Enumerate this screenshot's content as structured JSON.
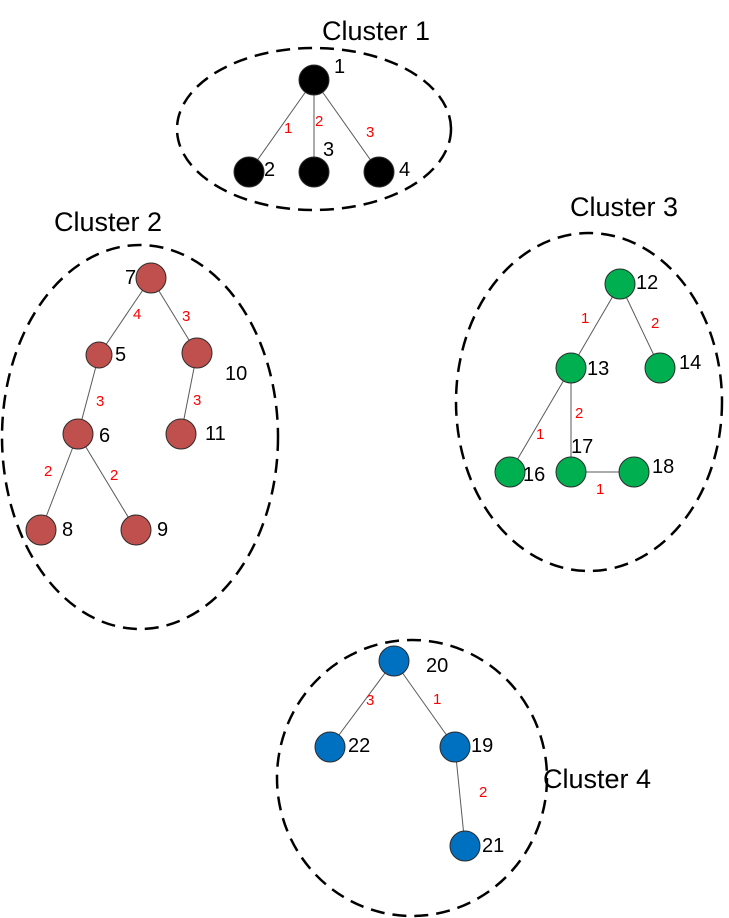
{
  "colors": {
    "background": "#ffffff",
    "cluster_1": "#000000",
    "cluster_2": "#c0504d",
    "cluster_3": "#00b050",
    "cluster_4": "#0070c0",
    "edge_weight": "#ff0000",
    "edge": "#595959"
  },
  "clusters": [
    {
      "id": "1",
      "title": "Cluster 1",
      "color": "#000000",
      "nodes": [
        "1",
        "2",
        "3",
        "4"
      ],
      "edges": [
        {
          "from": "1",
          "to": "2",
          "weight": "1"
        },
        {
          "from": "1",
          "to": "3",
          "weight": "2"
        },
        {
          "from": "1",
          "to": "4",
          "weight": "3"
        }
      ]
    },
    {
      "id": "2",
      "title": "Cluster 2",
      "color": "#c0504d",
      "nodes": [
        "7",
        "5",
        "10",
        "6",
        "11",
        "8",
        "9"
      ],
      "edges": [
        {
          "from": "7",
          "to": "5",
          "weight": "4"
        },
        {
          "from": "7",
          "to": "10",
          "weight": "3"
        },
        {
          "from": "5",
          "to": "6",
          "weight": "3"
        },
        {
          "from": "10",
          "to": "11",
          "weight": "3"
        },
        {
          "from": "6",
          "to": "8",
          "weight": "2"
        },
        {
          "from": "6",
          "to": "9",
          "weight": "2"
        }
      ]
    },
    {
      "id": "3",
      "title": "Cluster 3",
      "color": "#00b050",
      "nodes": [
        "12",
        "13",
        "14",
        "16",
        "17",
        "18"
      ],
      "edges": [
        {
          "from": "12",
          "to": "13",
          "weight": "1"
        },
        {
          "from": "12",
          "to": "14",
          "weight": "2"
        },
        {
          "from": "13",
          "to": "16",
          "weight": "1"
        },
        {
          "from": "13",
          "to": "17",
          "weight": "2"
        },
        {
          "from": "17",
          "to": "18",
          "weight": "1"
        }
      ]
    },
    {
      "id": "4",
      "title": "Cluster 4",
      "color": "#0070c0",
      "nodes": [
        "20",
        "22",
        "19",
        "21"
      ],
      "edges": [
        {
          "from": "20",
          "to": "22",
          "weight": "3"
        },
        {
          "from": "20",
          "to": "19",
          "weight": "1"
        },
        {
          "from": "19",
          "to": "21",
          "weight": "2"
        }
      ]
    }
  ]
}
